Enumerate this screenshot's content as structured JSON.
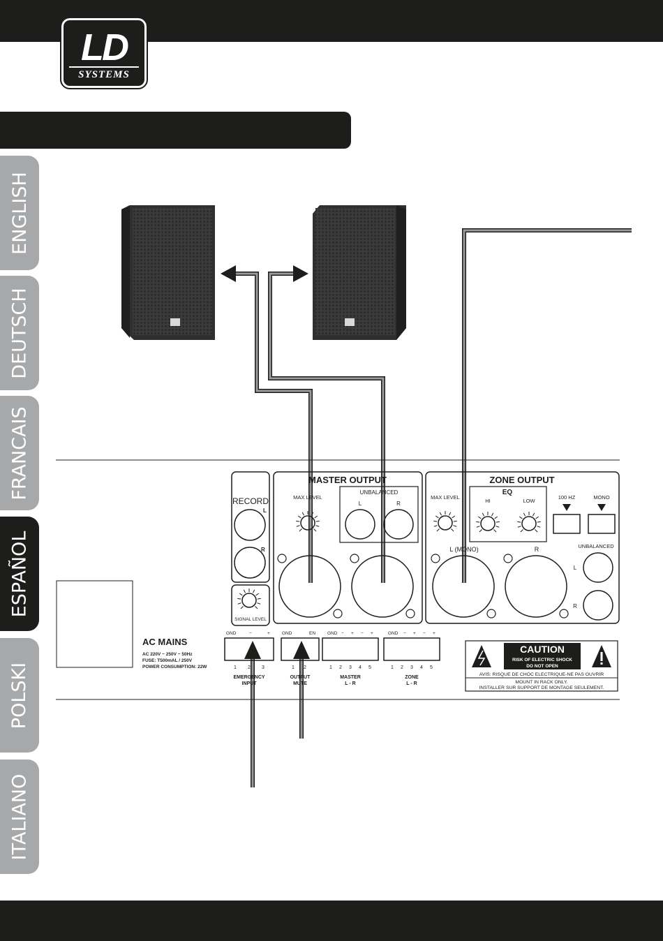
{
  "logo": {
    "main": "LD",
    "sub": "SYSTEMS"
  },
  "side_tabs": [
    {
      "label": "ENGLISH",
      "active": false
    },
    {
      "label": "DEUTSCH",
      "active": false
    },
    {
      "label": "FRANCAIS",
      "active": false
    },
    {
      "label": "ESPAÑOL",
      "active": true
    },
    {
      "label": "POLSKI",
      "active": false
    },
    {
      "label": "ITALIANO",
      "active": false
    }
  ],
  "panel": {
    "record": {
      "title": "RECORD",
      "left": "L",
      "right": "R"
    },
    "signal_level": "SIGNAL LEVEL",
    "master_output": {
      "title": "MASTER OUTPUT",
      "max_level": "MAX LEVEL",
      "unbalanced": "UNBALANCED",
      "left": "L",
      "right": "R"
    },
    "zone_output": {
      "title": "ZONE OUTPUT",
      "max_level": "MAX LEVEL",
      "eq": "EQ",
      "hi": "HI",
      "low": "LOW",
      "hz_100": "100 HZ",
      "mono": "MONO",
      "unbalanced": "UNBALANCED",
      "left": "L",
      "right": "R",
      "xlr_left": "L (MONO)",
      "xlr_right": "R"
    },
    "ac_mains": {
      "title": "AC MAINS",
      "line1": "AC 220V ~ 250V ~ 50Hz",
      "line2": "FUSE: T500mAL / 250V",
      "line3": "POWER CONSUMPTION: 22W"
    },
    "terminals": {
      "emergency": {
        "top": [
          "GND",
          "−",
          "+"
        ],
        "numbers": [
          "1",
          "2",
          "3"
        ],
        "label1": "EMERGENCY",
        "label2": "INPUT"
      },
      "mute": {
        "top": [
          "GND",
          "EN"
        ],
        "numbers": [
          "1",
          "2"
        ],
        "label1": "OUTPUT",
        "label2": "MUTE"
      },
      "master": {
        "top": [
          "GND",
          "−",
          "+",
          "−",
          "+"
        ],
        "numbers": [
          "1",
          "2",
          "3",
          "4",
          "5"
        ],
        "label1": "MASTER",
        "label2": "L - R"
      },
      "zone": {
        "top": [
          "GND",
          "−",
          "+",
          "−",
          "+"
        ],
        "numbers": [
          "1",
          "2",
          "3",
          "4",
          "5"
        ],
        "label1": "ZONE",
        "label2": "L - R"
      }
    },
    "caution": {
      "title": "CAUTION",
      "line1": "RISK OF ELECTRIC SHOCK",
      "line2": "DO NOT OPEN",
      "line3": "AVIS: RISQUE DE CHOC ELECTRIQUE-NE PAS OUVRIR",
      "line4": "MOUNT IN RACK ONLY.",
      "line5": "INSTALLER SUR SUPPORT DE MONTAGE SEULEMENT."
    }
  },
  "colors": {
    "dark": "#1d1d1b",
    "tab_grey": "#a7a8aa",
    "cable_grey": "#9a9a9a",
    "speaker_body": "#4a4a4a"
  }
}
